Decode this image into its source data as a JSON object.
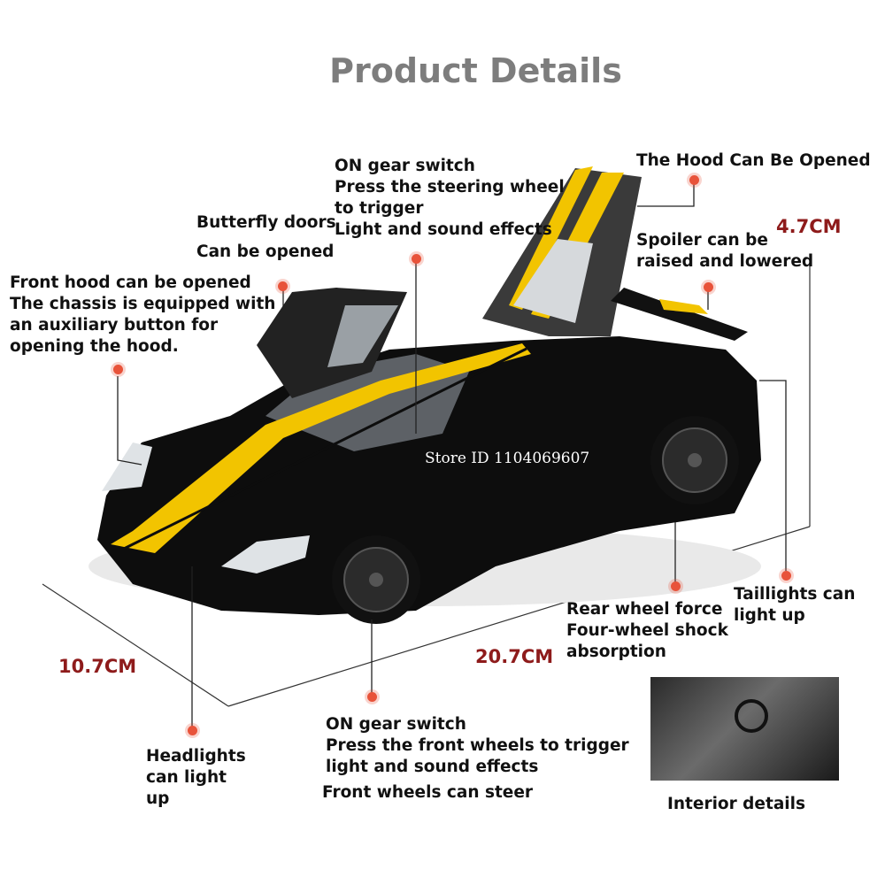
{
  "title": "Product Details",
  "watermark": "Store ID 1104069607",
  "labels": {
    "butterfly": [
      "Butterfly doors",
      "Can be opened"
    ],
    "steering": [
      "ON gear switch",
      "Press the steering wheel",
      "to trigger",
      "Light and sound effects"
    ],
    "hood_opened": "The Hood Can Be Opened",
    "spoiler": [
      "Spoiler can be",
      "raised and lowered"
    ],
    "front_hood": [
      "Front hood can be opened",
      "The chassis is equipped with",
      "an auxiliary button for",
      "opening the hood."
    ],
    "rear_wheel": [
      "Rear wheel force",
      "Four-wheel shock",
      "absorption"
    ],
    "taillights": [
      "Taillights can",
      "light up"
    ],
    "headlights": [
      "Headlights",
      "can light",
      "up"
    ],
    "front_wheels": [
      "ON gear switch",
      "Press the front wheels to trigger",
      "light and sound effects"
    ],
    "steer": "Front wheels can steer",
    "interior": "Interior details"
  },
  "dimensions": {
    "height": "4.7CM",
    "width": "10.7CM",
    "length": "20.7CM"
  },
  "colors": {
    "title": "#7d7d7d",
    "dimension": "#8e1b1b",
    "dot": "#e8533a",
    "car_body": "#0d0d0d",
    "stripe": "#f2c400"
  }
}
